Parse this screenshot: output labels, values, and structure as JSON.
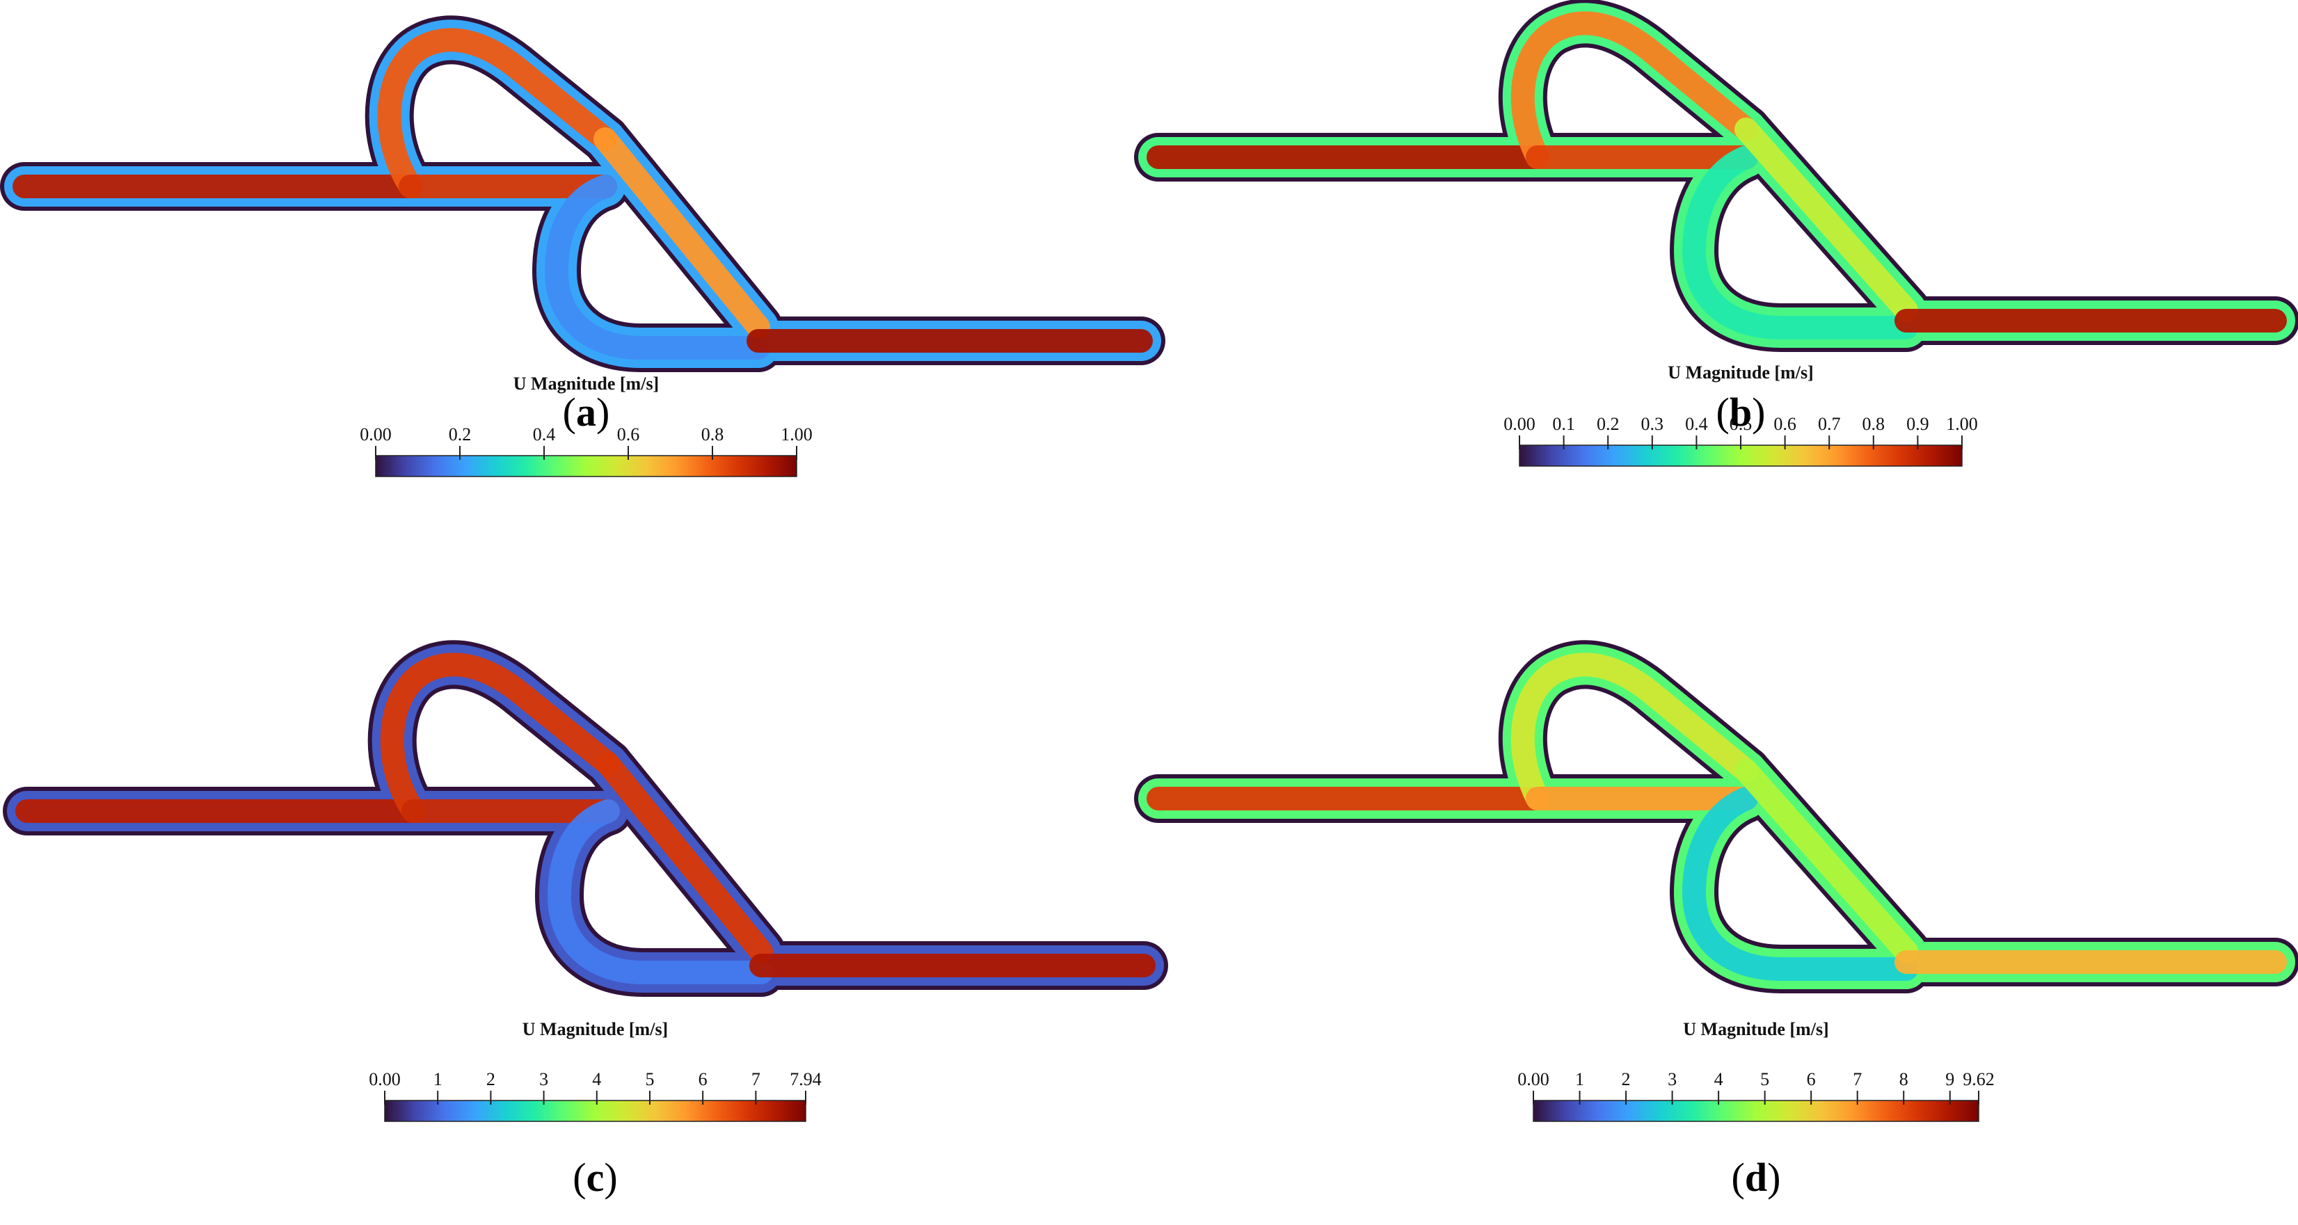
{
  "figure": {
    "palette": [
      "#30123b",
      "#4145ab",
      "#4675ed",
      "#39a2fc",
      "#1bcfd4",
      "#24eca6",
      "#61fc6c",
      "#a4fc3b",
      "#d1e834",
      "#f3c63a",
      "#fe9b2d",
      "#f36315",
      "#d93806",
      "#b11901",
      "#7a0402"
    ],
    "low_color": "#30123b",
    "panels": [
      {
        "label": "(a)",
        "colorbar": {
          "title": "U Magnitude [m/s]",
          "min": 0,
          "max": 1.0,
          "ticks": [
            {
              "value": 0,
              "label": "0.00"
            },
            {
              "value": 0.2,
              "label": "0.2"
            },
            {
              "value": 0.4,
              "label": "0.4"
            },
            {
              "value": 0.6,
              "label": "0.6"
            },
            {
              "value": 0.8,
              "label": "0.8"
            },
            {
              "value": 1.0,
              "label": "1.00"
            }
          ]
        },
        "field": {
          "inlet": 0.92,
          "upper_bypass": 0.8,
          "diagonal": 0.72,
          "lower_bypass": 0.18,
          "loop_walls": 0.22,
          "outlet": 0.95
        }
      },
      {
        "label": "(b)",
        "colorbar": {
          "title": "U Magnitude [m/s]",
          "min": 0,
          "max": 1.0,
          "ticks": [
            {
              "value": 0,
              "label": "0.00"
            },
            {
              "value": 0.1,
              "label": "0.1"
            },
            {
              "value": 0.2,
              "label": "0.2"
            },
            {
              "value": 0.3,
              "label": "0.3"
            },
            {
              "value": 0.4,
              "label": "0.4"
            },
            {
              "value": 0.5,
              "label": "0.5"
            },
            {
              "value": 0.6,
              "label": "0.6"
            },
            {
              "value": 0.7,
              "label": "0.7"
            },
            {
              "value": 0.8,
              "label": "0.8"
            },
            {
              "value": 0.9,
              "label": "0.9"
            },
            {
              "value": 1.0,
              "label": "1.00"
            }
          ]
        },
        "field": {
          "inlet": 0.93,
          "upper_bypass": 0.75,
          "diagonal": 0.55,
          "lower_bypass": 0.35,
          "loop_walls": 0.4,
          "outlet": 0.93
        }
      },
      {
        "label": "(c)",
        "colorbar": {
          "title": "U Magnitude [m/s]",
          "min": 0,
          "max": 7.94,
          "ticks": [
            {
              "value": 0,
              "label": "0.00"
            },
            {
              "value": 1,
              "label": "1"
            },
            {
              "value": 2,
              "label": "2"
            },
            {
              "value": 3,
              "label": "3"
            },
            {
              "value": 4,
              "label": "4"
            },
            {
              "value": 5,
              "label": "5"
            },
            {
              "value": 6,
              "label": "6"
            },
            {
              "value": 7,
              "label": "7"
            },
            {
              "value": 7.94,
              "label": "7.94"
            }
          ]
        },
        "field": {
          "inlet": 7.3,
          "upper_bypass": 6.8,
          "diagonal": 6.8,
          "lower_bypass": 1.2,
          "loop_walls": 0.8,
          "outlet": 7.4
        }
      },
      {
        "label": "(d)",
        "colorbar": {
          "title": "U Magnitude [m/s]",
          "min": 0,
          "max": 9.62,
          "ticks": [
            {
              "value": 0,
              "label": "0.00"
            },
            {
              "value": 1,
              "label": "1"
            },
            {
              "value": 2,
              "label": "2"
            },
            {
              "value": 3,
              "label": "3"
            },
            {
              "value": 4,
              "label": "4"
            },
            {
              "value": 5,
              "label": "5"
            },
            {
              "value": 6,
              "label": "6"
            },
            {
              "value": 7,
              "label": "7"
            },
            {
              "value": 8,
              "label": "8"
            },
            {
              "value": 9,
              "label": "9"
            },
            {
              "value": 9.62,
              "label": "9.62"
            }
          ]
        },
        "field": {
          "inlet": 8.2,
          "upper_bypass": 5.5,
          "diagonal": 5.0,
          "lower_bypass": 2.8,
          "loop_walls": 4.0,
          "outlet": 6.5
        }
      }
    ]
  }
}
